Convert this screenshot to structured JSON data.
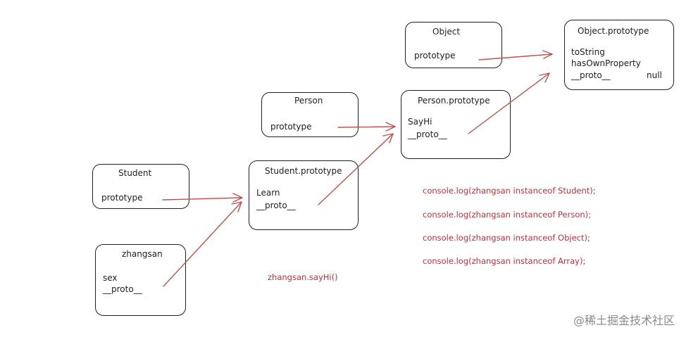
{
  "boxes": {
    "object": {
      "title": "Object",
      "lines": [
        "prototype"
      ]
    },
    "object_prototype": {
      "title": "Object.prototype",
      "lines": [
        "toString",
        "hasOwnProperty",
        "__proto__"
      ],
      "null_label": "null"
    },
    "person": {
      "title": "Person",
      "lines": [
        "prototype"
      ]
    },
    "person_prototype": {
      "title": "Person.prototype",
      "lines": [
        "SayHi",
        "__proto__"
      ]
    },
    "student": {
      "title": "Student",
      "lines": [
        "prototype"
      ]
    },
    "student_prototype": {
      "title": "Student.prototype",
      "lines": [
        "Learn",
        "__proto__"
      ]
    },
    "zhangsan": {
      "title": "zhangsan",
      "lines": [
        "sex",
        "__proto__"
      ]
    }
  },
  "code_call": "zhangsan.sayHi()",
  "console_lines": [
    "console.log(zhangsan instanceof Student);",
    "console.log(zhangsan instanceof Person);",
    "console.log(zhangsan instanceof Object);",
    "console.log(zhangsan instanceof Array);"
  ],
  "watermark": "@稀土掘金技术社区",
  "colors": {
    "arrow": "#c0504d",
    "code_text": "#c0303a",
    "stroke": "#1e1e1e",
    "watermark": "#8a8a8a"
  }
}
